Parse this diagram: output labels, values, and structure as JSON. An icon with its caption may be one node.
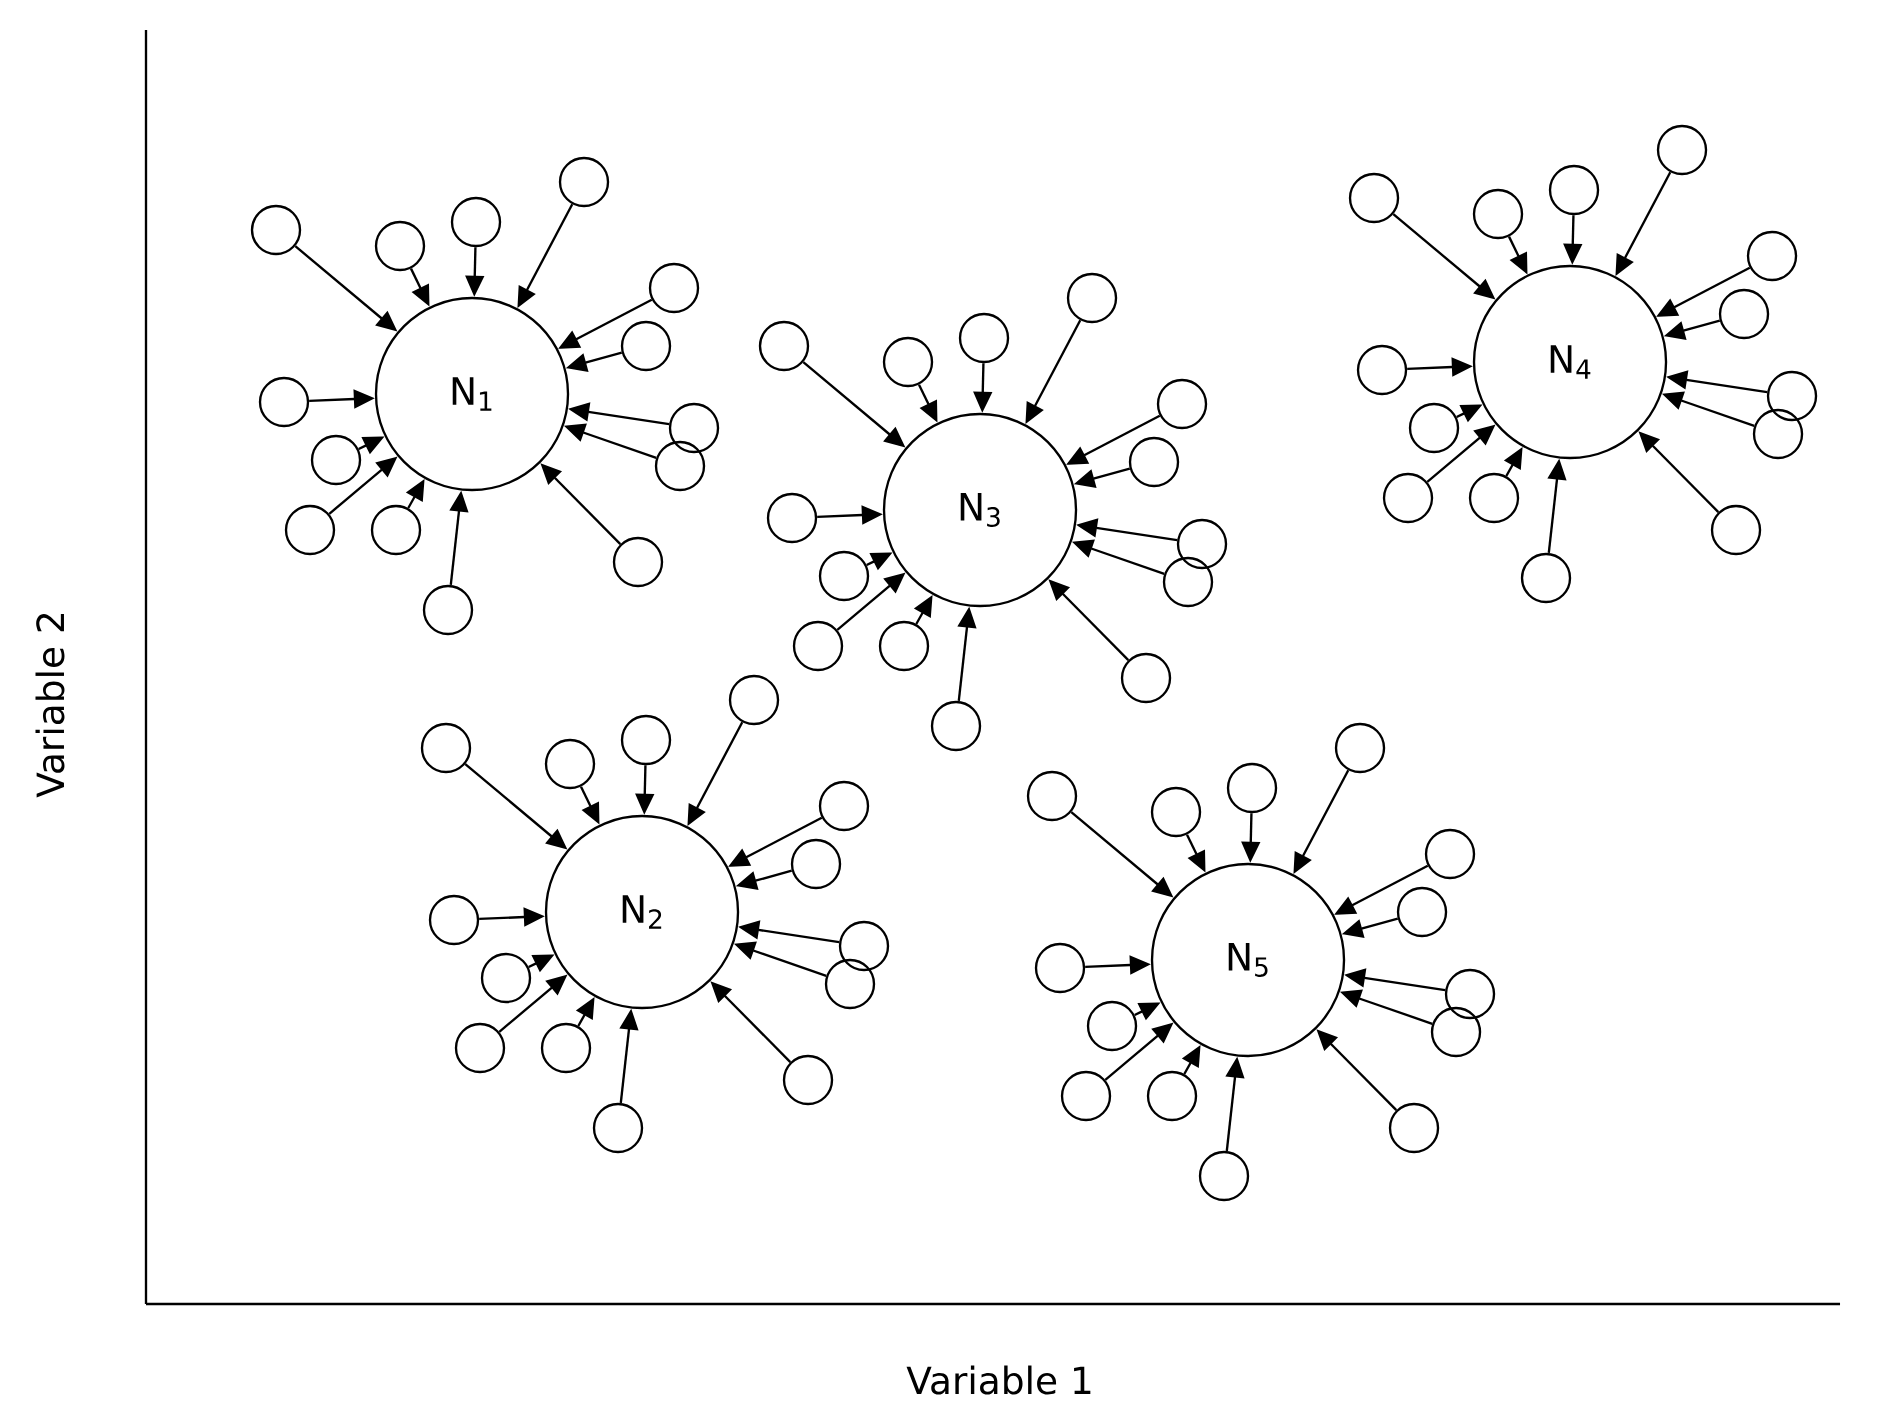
{
  "diagram": {
    "nodes": [
      {
        "text": [
          "N$_{1}$"
        ]
      },
      {
        "text": [],
        "shape": "circle"
      },
      {
        "text": [],
        "shape": "circle"
      },
      {
        "text": [],
        "shape": "circle"
      },
      {
        "text": [],
        "shape": "circle"
      },
      {
        "text": [],
        "shape": "circle"
      },
      {
        "text": [],
        "shape": "circle"
      },
      {
        "text": [],
        "shape": "circle"
      },
      {
        "text": [],
        "shape": "circle"
      },
      {
        "text": [],
        "shape": "circle"
      },
      {
        "text": [],
        "shape": "circle"
      },
      {
        "text": [],
        "shape": "circle"
      },
      {
        "text": [],
        "shape": "circle"
      },
      {
        "text": [],
        "shape": "circle"
      },
      {
        "text": [],
        "shape": "circle"
      },
      {
        "text": [
          "N$_{3}$"
        ]
      },
      {
        "text": [],
        "shape": "circle"
      },
      {
        "text": [],
        "shape": "circle"
      },
      {
        "text": [],
        "shape": "circle"
      },
      {
        "text": [],
        "shape": "circle"
      },
      {
        "text": [],
        "shape": "circle"
      },
      {
        "text": [],
        "shape": "circle"
      },
      {
        "text": [],
        "shape": "circle"
      },
      {
        "text": [],
        "shape": "circle"
      },
      {
        "text": [],
        "shape": "circle"
      },
      {
        "text": [],
        "shape": "circle"
      },
      {
        "text": [],
        "shape": "circle"
      },
      {
        "text": [],
        "shape": "circle"
      },
      {
        "text": [],
        "shape": "circle"
      },
      {
        "text": [],
        "shape": "circle"
      },
      {
        "text": [
          "N$_{4}$"
        ]
      },
      {
        "text": [],
        "shape": "circle"
      },
      {
        "text": [],
        "shape": "circle"
      },
      {
        "text": [],
        "shape": "circle"
      },
      {
        "text": [],
        "shape": "circle"
      },
      {
        "text": [],
        "shape": "circle"
      },
      {
        "text": [],
        "shape": "circle"
      },
      {
        "text": [],
        "shape": "circle"
      },
      {
        "text": [],
        "shape": "circle"
      },
      {
        "text": [],
        "shape": "circle"
      },
      {
        "text": [],
        "shape": "circle"
      },
      {
        "text": [],
        "shape": "circle"
      },
      {
        "text": [],
        "shape": "circle"
      },
      {
        "text": [],
        "shape": "circle"
      },
      {
        "text": [],
        "shape": "circle"
      },
      {
        "text": [
          "N$_{2}$"
        ]
      },
      {
        "text": [],
        "shape": "circle"
      },
      {
        "text": [],
        "shape": "circle"
      },
      {
        "text": [],
        "shape": "circle"
      },
      {
        "text": [],
        "shape": "circle"
      },
      {
        "text": [],
        "shape": "circle"
      },
      {
        "text": [],
        "shape": "circle"
      },
      {
        "text": [],
        "shape": "circle"
      },
      {
        "text": [],
        "shape": "circle"
      },
      {
        "text": [],
        "shape": "circle"
      },
      {
        "text": [],
        "shape": "circle"
      },
      {
        "text": [],
        "shape": "circle"
      },
      {
        "text": [],
        "shape": "circle"
      },
      {
        "text": [],
        "shape": "circle"
      },
      {
        "text": [],
        "shape": "circle"
      },
      {
        "text": [
          "N$_{5}$"
        ]
      },
      {
        "text": [],
        "shape": "circle"
      },
      {
        "text": [],
        "shape": "circle"
      },
      {
        "text": [],
        "shape": "circle"
      },
      {
        "text": [],
        "shape": "circle"
      },
      {
        "text": [],
        "shape": "circle"
      },
      {
        "text": [],
        "shape": "circle"
      },
      {
        "text": [],
        "shape": "circle"
      },
      {
        "text": [],
        "shape": "circle"
      },
      {
        "text": [],
        "shape": "circle"
      },
      {
        "text": [],
        "shape": "circle"
      },
      {
        "text": [],
        "shape": "circle"
      },
      {
        "text": [],
        "shape": "circle"
      },
      {
        "text": [],
        "shape": "circle"
      },
      {
        "text": [],
        "shape": "circle"
      }
    ],
    "edges": [
      {
        "from": 1,
        "to": 0,
        "arrow": "to"
      },
      {
        "from": 2,
        "to": 0,
        "arrow": "to"
      },
      {
        "from": 3,
        "to": 0,
        "arrow": "to"
      },
      {
        "from": 4,
        "to": 0,
        "arrow": "to"
      },
      {
        "from": 5,
        "to": 0,
        "arrow": "to"
      },
      {
        "from": 6,
        "to": 0,
        "arrow": "to"
      },
      {
        "from": 7,
        "to": 0,
        "arrow": "to"
      },
      {
        "from": 8,
        "to": 0,
        "arrow": "to"
      },
      {
        "from": 9,
        "to": 0,
        "arrow": "to"
      },
      {
        "from": 10,
        "to": 0,
        "arrow": "to"
      },
      {
        "from": 11,
        "to": 0,
        "arrow": "to"
      },
      {
        "from": 12,
        "to": 0,
        "arrow": "to"
      },
      {
        "from": 13,
        "to": 0,
        "arrow": "to"
      },
      {
        "from": 14,
        "to": 0,
        "arrow": "to"
      },
      {
        "from": 16,
        "to": 15,
        "arrow": "to"
      },
      {
        "from": 17,
        "to": 15,
        "arrow": "to"
      },
      {
        "from": 18,
        "to": 15,
        "arrow": "to"
      },
      {
        "from": 19,
        "to": 15,
        "arrow": "to"
      },
      {
        "from": 20,
        "to": 15,
        "arrow": "to"
      },
      {
        "from": 21,
        "to": 15,
        "arrow": "to"
      },
      {
        "from": 22,
        "to": 15,
        "arrow": "to"
      },
      {
        "from": 23,
        "to": 15,
        "arrow": "to"
      },
      {
        "from": 24,
        "to": 15,
        "arrow": "to"
      },
      {
        "from": 25,
        "to": 15,
        "arrow": "to"
      },
      {
        "from": 26,
        "to": 15,
        "arrow": "to"
      },
      {
        "from": 27,
        "to": 15,
        "arrow": "to"
      },
      {
        "from": 28,
        "to": 15,
        "arrow": "to"
      },
      {
        "from": 29,
        "to": 15,
        "arrow": "to"
      },
      {
        "from": 31,
        "to": 30,
        "arrow": "to"
      },
      {
        "from": 32,
        "to": 30,
        "arrow": "to"
      },
      {
        "from": 33,
        "to": 30,
        "arrow": "to"
      },
      {
        "from": 34,
        "to": 30,
        "arrow": "to"
      },
      {
        "from": 35,
        "to": 30,
        "arrow": "to"
      },
      {
        "from": 36,
        "to": 30,
        "arrow": "to"
      },
      {
        "from": 37,
        "to": 30,
        "arrow": "to"
      },
      {
        "from": 38,
        "to": 30,
        "arrow": "to"
      },
      {
        "from": 39,
        "to": 30,
        "arrow": "to"
      },
      {
        "from": 40,
        "to": 30,
        "arrow": "to"
      },
      {
        "from": 41,
        "to": 30,
        "arrow": "to"
      },
      {
        "from": 42,
        "to": 30,
        "arrow": "to"
      },
      {
        "from": 43,
        "to": 30,
        "arrow": "to"
      },
      {
        "from": 44,
        "to": 30,
        "arrow": "to"
      },
      {
        "from": 46,
        "to": 45,
        "arrow": "to"
      },
      {
        "from": 47,
        "to": 45,
        "arrow": "to"
      },
      {
        "from": 48,
        "to": 45,
        "arrow": "to"
      },
      {
        "from": 49,
        "to": 45,
        "arrow": "to"
      },
      {
        "from": 50,
        "to": 45,
        "arrow": "to"
      },
      {
        "from": 51,
        "to": 45,
        "arrow": "to"
      },
      {
        "from": 52,
        "to": 45,
        "arrow": "to"
      },
      {
        "from": 53,
        "to": 45,
        "arrow": "to"
      },
      {
        "from": 54,
        "to": 45,
        "arrow": "to"
      },
      {
        "from": 55,
        "to": 45,
        "arrow": "to"
      },
      {
        "from": 56,
        "to": 45,
        "arrow": "to"
      },
      {
        "from": 57,
        "to": 45,
        "arrow": "to"
      },
      {
        "from": 58,
        "to": 45,
        "arrow": "to"
      },
      {
        "from": 59,
        "to": 45,
        "arrow": "to"
      },
      {
        "from": 61,
        "to": 60,
        "arrow": "to"
      },
      {
        "from": 62,
        "to": 60,
        "arrow": "to"
      },
      {
        "from": 63,
        "to": 60,
        "arrow": "to"
      },
      {
        "from": 64,
        "to": 60,
        "arrow": "to"
      },
      {
        "from": 65,
        "to": 60,
        "arrow": "to"
      },
      {
        "from": 66,
        "to": 60,
        "arrow": "to"
      },
      {
        "from": 67,
        "to": 60,
        "arrow": "to"
      },
      {
        "from": 68,
        "to": 60,
        "arrow": "to"
      },
      {
        "from": 69,
        "to": 60,
        "arrow": "to"
      },
      {
        "from": 70,
        "to": 60,
        "arrow": "to"
      },
      {
        "from": 71,
        "to": 60,
        "arrow": "to"
      },
      {
        "from": 72,
        "to": 60,
        "arrow": "to"
      },
      {
        "from": 73,
        "to": 60,
        "arrow": "to"
      },
      {
        "from": 74,
        "to": 60,
        "arrow": "to"
      }
    ],
    "labels": [
      "Variable 2",
      "Variable 1"
    ]
  }
}
